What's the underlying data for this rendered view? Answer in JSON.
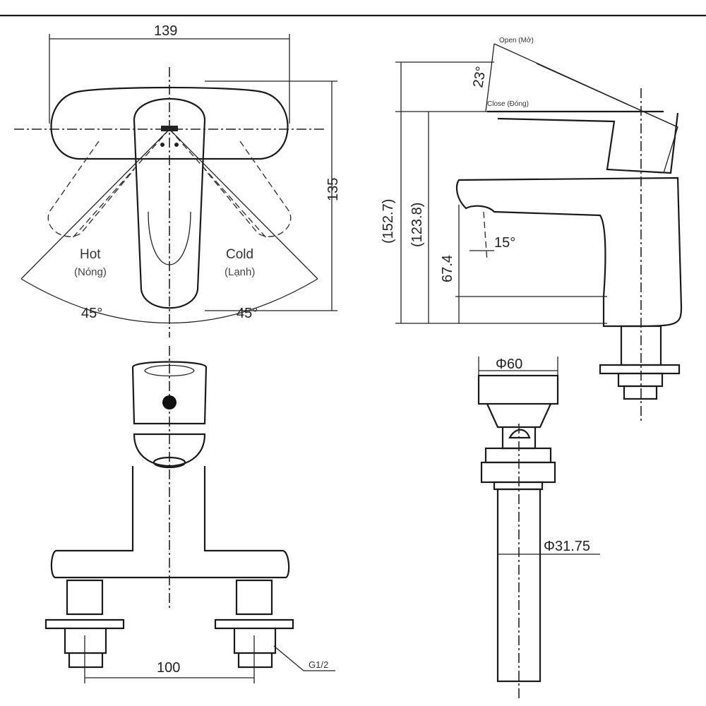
{
  "top_view": {
    "width_dim": "139",
    "height_dim": "135",
    "hot_label": "Hot",
    "hot_label_vn": "(Nóng)",
    "cold_label": "Cold",
    "cold_label_vn": "(Lạnh)",
    "hot_angle": "45°",
    "cold_angle": "45°"
  },
  "side_view": {
    "open_label": "Open (Mở)",
    "close_label": "Close (Đóng)",
    "handle_angle": "23°",
    "total_height": "(152.7)",
    "handle_height": "(123.8)",
    "spout_height": "67.4",
    "spout_angle": "15°"
  },
  "front_view": {
    "center_distance": "100",
    "thread": "G1/2"
  },
  "drain_view": {
    "top_diameter": "Φ60",
    "pipe_diameter": "Φ31.75"
  }
}
